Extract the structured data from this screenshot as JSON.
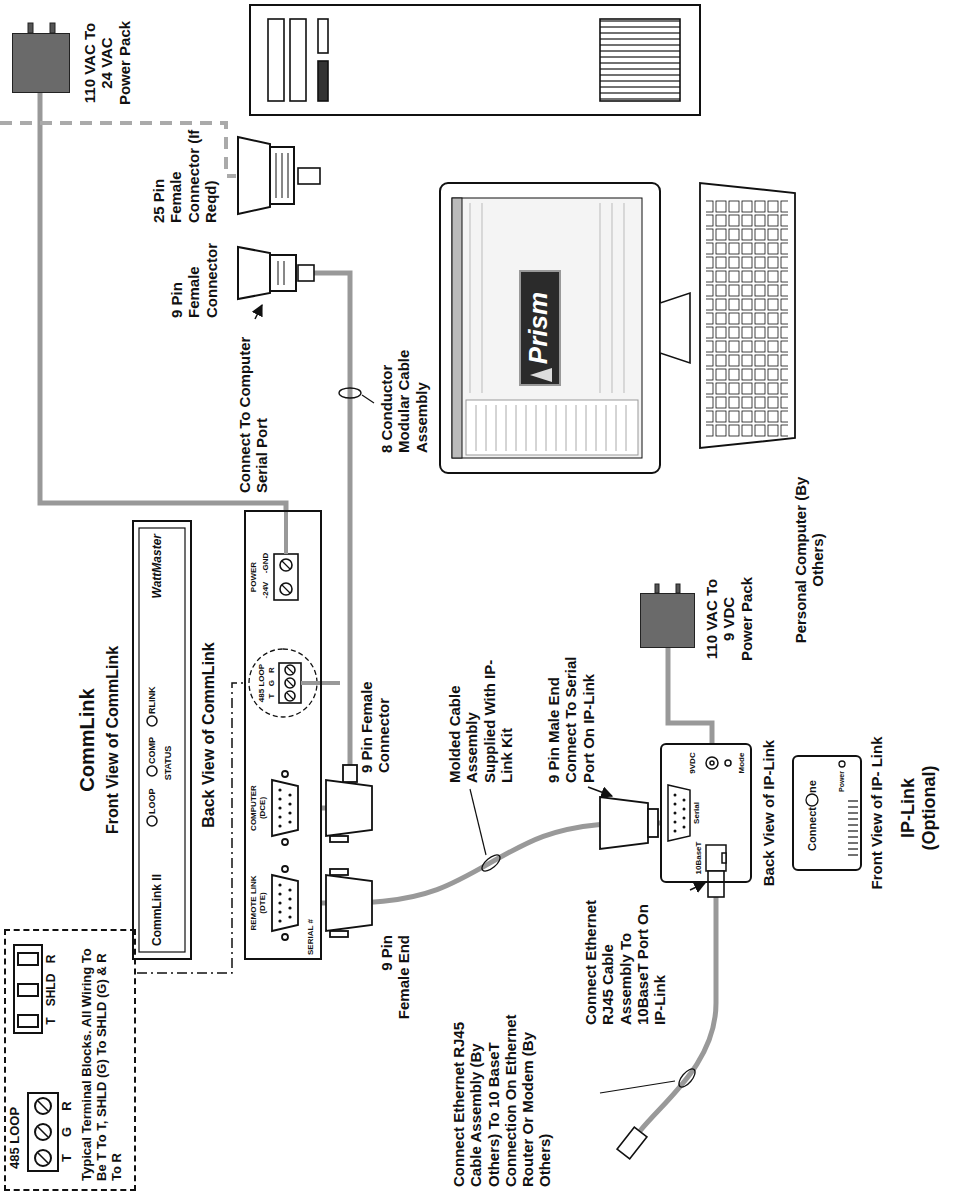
{
  "diagram": {
    "nodes": [
      {
        "text": [
          "Typical Terminal Blocks. All Wiring To Be T To T, SHLD (G) To SHLD (G) & R To R"
        ]
      },
      {
        "text": [
          "CommLink II",
          "WattMaster"
        ]
      },
      {
        "text": [
          "SERIAL #"
        ]
      },
      {
        "text": [
          "110 VAC To 24 VAC Power Pack"
        ]
      },
      {
        "text": [
          "25 Pin Female Connector (If Reqd)"
        ]
      },
      {
        "text": [
          "9 Pin Female Connector"
        ]
      },
      {
        "text": [
          "Personal Computer (By Others)"
        ]
      },
      {
        "text": [
          "Back View of IP-Link"
        ]
      },
      {
        "text": [
          "Front View of IP- Link"
        ]
      },
      {
        "text": [
          "110 VAC To 9 VDC Power Pack"
        ]
      }
    ],
    "edges": [
      {
        "from": 3,
        "to": 2,
        "arrow": "none"
      },
      {
        "from": 5,
        "to": 2,
        "arrow": "none"
      },
      {
        "from": 2,
        "to": 7,
        "arrow": "none"
      },
      {
        "from": 9,
        "to": 7,
        "arrow": "none"
      }
    ],
    "labels": [
      "485 LOOP",
      "T",
      "G",
      "R",
      "T",
      "SHLD",
      "R",
      "CommLink",
      "Front View of CommLink",
      "LOOP",
      "COMP",
      "RLINK",
      "STATUS",
      "Back View of CommLink",
      "REMOTE LINK (DTE)",
      "COMPUTER (DCE)",
      "485 LOOP",
      "T",
      "G",
      "R",
      "POWER",
      "-24V",
      "-GND",
      "Connect To Computer Serial Port",
      "9 Pin Female End",
      "9 Pin Female Connector",
      "8 Conductor Modular Cable Assembly",
      "Molded Cable Assembly Supplied With IP-Link Kit",
      "9 Pin Male End Connect To Serial Port On IP-Link",
      "Connect Ethernet RJ45 Cable Assembly (By Others) To 10 BaseT Connection On Ethernet Router Or Modem (By Others)",
      "Connect Ethernet RJ45 Cable Assembly To 10BaseT Port On IP-Link",
      "10BaseT",
      "Serial",
      "9VDC",
      "Mode",
      "Prism",
      "Connect",
      "ne",
      "Power",
      "IP-Link (Optional)"
    ]
  }
}
